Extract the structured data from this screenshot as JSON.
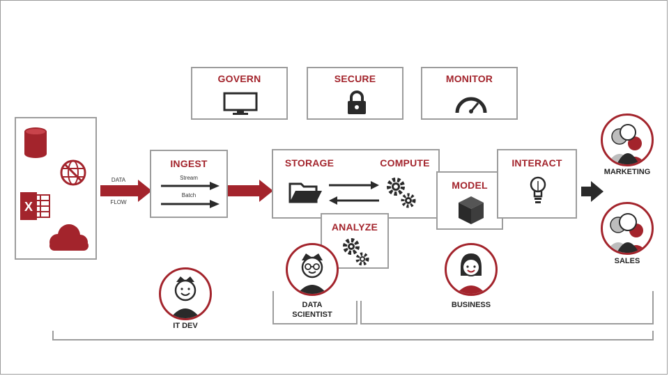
{
  "colors": {
    "accent": "#a3242c",
    "border": "#9c9c9c",
    "dark": "#2a2a2a"
  },
  "sources": {
    "icons": [
      "database-icon",
      "web-globe-icon",
      "excel-icon",
      "cloud-icon"
    ]
  },
  "data_flow": {
    "line1": "DATA",
    "line2": "FLOW"
  },
  "governance": [
    {
      "title": "GOVERN",
      "icon": "monitor-icon"
    },
    {
      "title": "SECURE",
      "icon": "lock-icon"
    },
    {
      "title": "MONITOR",
      "icon": "gauge-icon"
    }
  ],
  "ingest": {
    "title": "INGEST",
    "stream": "Stream",
    "batch": "Batch"
  },
  "storage": {
    "title": "STORAGE"
  },
  "compute": {
    "title": "COMPUTE"
  },
  "analyze": {
    "title": "ANALYZE"
  },
  "model": {
    "title": "MODEL"
  },
  "interact": {
    "title": "INTERACT"
  },
  "personas": {
    "marketing": "MARKETING",
    "sales": "SALES",
    "it_dev": "IT DEV",
    "data_scientist_1": "DATA",
    "data_scientist_2": "SCIENTIST",
    "business": "BUSINESS"
  }
}
